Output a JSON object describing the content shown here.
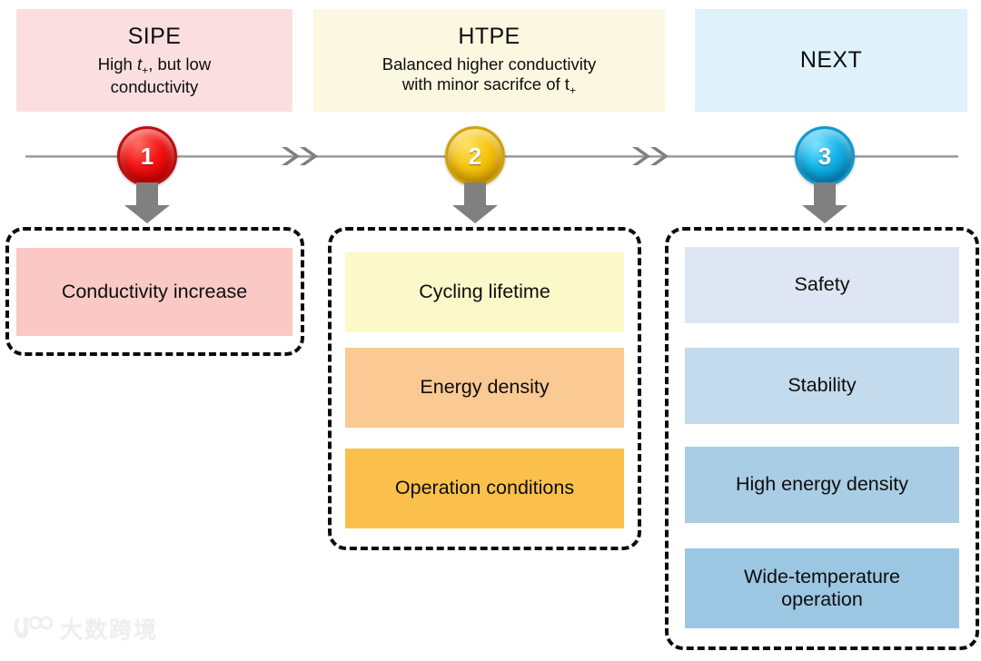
{
  "banners": [
    {
      "id": "sipe",
      "title": "SIPE",
      "subtitle_line1_pre": "High ",
      "subtitle_symbol": "t",
      "subtitle_symbol_sub": "+",
      "subtitle_line1_post": ", but low",
      "subtitle_line2": "conductivity",
      "subtitle_plain": "High t+, but low conductivity",
      "color": "#fbdfe0"
    },
    {
      "id": "htpe",
      "title": "HTPE",
      "subtitle_line1": "Balanced higher conductivity",
      "subtitle_line2_pre": "with minor sacrifce of t",
      "subtitle_line2_sub": "+",
      "subtitle_plain": "Balanced higher conductivity with minor sacrifce of t+",
      "color": "#fcf7e1"
    },
    {
      "id": "next",
      "title": "NEXT",
      "subtitle_plain": "",
      "color": "#dff1fb"
    }
  ],
  "timeline": {
    "nodes": [
      {
        "label": "1",
        "color": "#f21515",
        "name": "stage-marker-1"
      },
      {
        "label": "2",
        "color": "#f7c512",
        "name": "stage-marker-2"
      },
      {
        "label": "3",
        "color": "#16b5e8",
        "name": "stage-marker-3"
      }
    ],
    "connector_icon": "double-chevron-right-icon",
    "axis_color": "#8c8c8c",
    "arrow_color": "#808080"
  },
  "groups": [
    {
      "id": "group-1",
      "items": [
        {
          "label": "Conductivity increase",
          "color": "#fbc9c5"
        }
      ]
    },
    {
      "id": "group-2",
      "items": [
        {
          "label": "Cycling lifetime",
          "color": "#fbf8c9"
        },
        {
          "label": "Energy density",
          "color": "#fbc993"
        },
        {
          "label": "Operation conditions",
          "color": "#fbc04b"
        }
      ]
    },
    {
      "id": "group-3",
      "items": [
        {
          "label": "Safety",
          "color": "#dde6f2"
        },
        {
          "label": "Stability",
          "color": "#c3dbec"
        },
        {
          "label": "High energy density",
          "color": "#a8cde5"
        },
        {
          "label": "Wide-temperature operation",
          "color": "#9cc7e3",
          "line1": "Wide-temperature",
          "line2": "operation"
        }
      ]
    }
  ],
  "watermark": {
    "text": "大数跨境",
    "logo_icon": "hundred-logo-icon",
    "color": "#ededed"
  }
}
